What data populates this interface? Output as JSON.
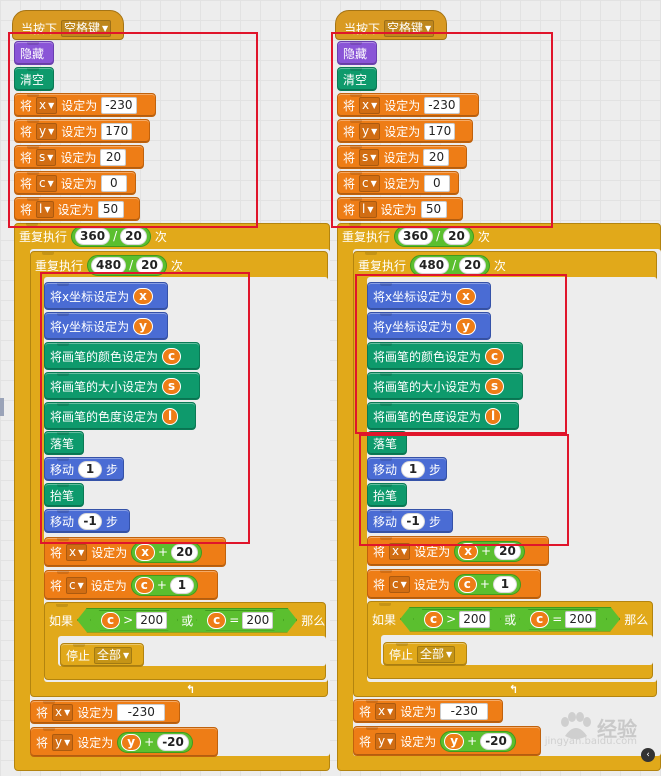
{
  "labels": {
    "when_key": "当按下",
    "key": "空格键",
    "hide": "隐藏",
    "clear": "清空",
    "set": "将",
    "set_to": "设定为",
    "repeat": "重复执行",
    "times": "次",
    "set_x": "将x坐标设定为",
    "set_y": "将y坐标设定为",
    "pen_color": "将画笔的颜色设定为",
    "pen_size": "将画笔的大小设定为",
    "pen_shade": "将画笔的色度设定为",
    "pen_down": "落笔",
    "move": "移动",
    "steps": "步",
    "pen_up": "抬笔",
    "if": "如果",
    "then": "那么",
    "or": "或",
    "stop": "停止",
    "all": "全部"
  },
  "vars": {
    "x": "x",
    "y": "y",
    "s": "s",
    "c": "c",
    "l": "l"
  },
  "values": {
    "x_init": "-230",
    "y_init": "170",
    "s_init": "20",
    "c_init": "0",
    "l_init": "50",
    "outer_a": "360",
    "outer_b": "20",
    "inner_a": "480",
    "inner_b": "20",
    "move1": "1",
    "move2": "-1",
    "x_add": "20",
    "c_add": "1",
    "cmp1": "200",
    "cmp2": "200",
    "x_reset": "-230",
    "y_add": "-20"
  },
  "ops": {
    "div": "/",
    "plus": "+",
    "gt": ">",
    "eq": "="
  },
  "watermark": {
    "brand": "经验",
    "url": "jingyan.baidu.com"
  },
  "colors": {
    "events": "#d99a22",
    "looks": "#8a55d7",
    "pen": "#0e9a6c",
    "data": "#ee7d16",
    "motion": "#4a6cd4",
    "control": "#e1a91a",
    "operators": "#5bbf2f",
    "highlight": "#e0152b"
  }
}
